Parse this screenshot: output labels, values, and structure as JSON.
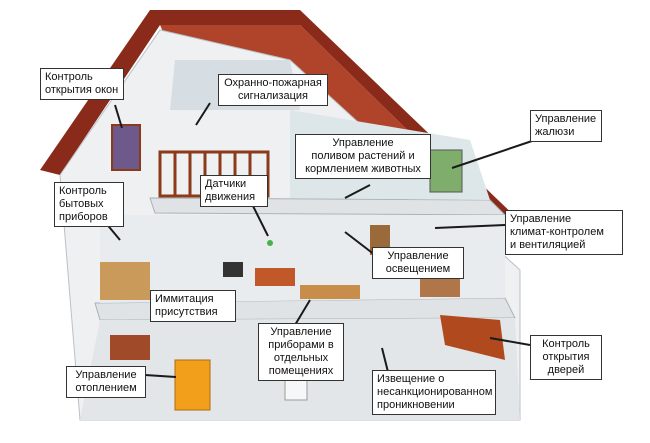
{
  "labels": {
    "windows": "Контроль\nоткрытия окон",
    "fire_alarm": "Охранно-пожарная\nсигнализация",
    "watering": "Управление\nполивом растений и\nкормлением животных",
    "blinds": "Управление\nжалюзи",
    "appliances": "Контроль\nбытовых\nприборов",
    "motion": "Датчики\nдвижения",
    "climate": "Управление\nклимат-контролем\nи вентиляцией",
    "lighting": "Управление\nосвещением",
    "presence": "Иммитация\nприсутствия",
    "room_devices": "Управление\nприборами в\nотдельных\nпомещениях",
    "doors": "Контроль\nоткрытия\nдверей",
    "heating": "Управление\nотоплением",
    "intrusion": "Извещение о\nнесанкционированном\nпроникновении"
  },
  "colors": {
    "roof": "#8a2a1a",
    "roof_tiles": "#b0442a",
    "wall": "#eef0f2",
    "wall_shade": "#cfd6dc",
    "floor": "#b98a4a",
    "accent_orange": "#f2a01c",
    "pointer": "#1a1a1a"
  }
}
